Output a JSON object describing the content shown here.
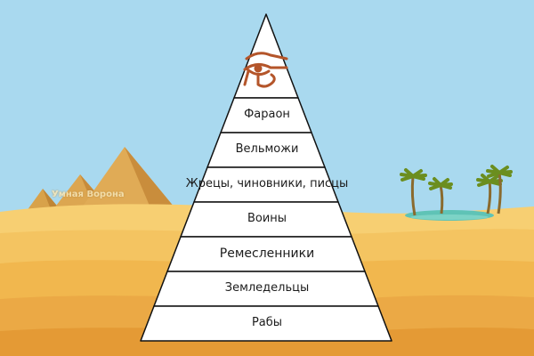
{
  "pyramid": {
    "levels": [
      {
        "id": "pharaoh",
        "label": "Фараон"
      },
      {
        "id": "nobles",
        "label": "Вельможи"
      },
      {
        "id": "priests",
        "label": "Жрецы, чиновники, писцы"
      },
      {
        "id": "warriors",
        "label": "Воины"
      },
      {
        "id": "artisans",
        "label": "Ремесленники"
      },
      {
        "id": "farmers",
        "label": "Земледельцы"
      },
      {
        "id": "slaves",
        "label": "Рабы"
      }
    ]
  },
  "watermark": {
    "text": "Умная Ворона"
  },
  "colors": {
    "sky": "#a9d9ef",
    "sand_light": "#f7cf72",
    "sand_mid": "#f1b74e",
    "sand_dark": "#e49a35",
    "pyramid_fill": "#ffffff",
    "pyramid_stroke": "#111111",
    "eye_of_horus": "#b4552a",
    "oasis_water": "#5fc3b6",
    "palm_leaves": "#6b8e1f"
  },
  "icons": {
    "apex_symbol": "eye-of-horus-icon"
  }
}
